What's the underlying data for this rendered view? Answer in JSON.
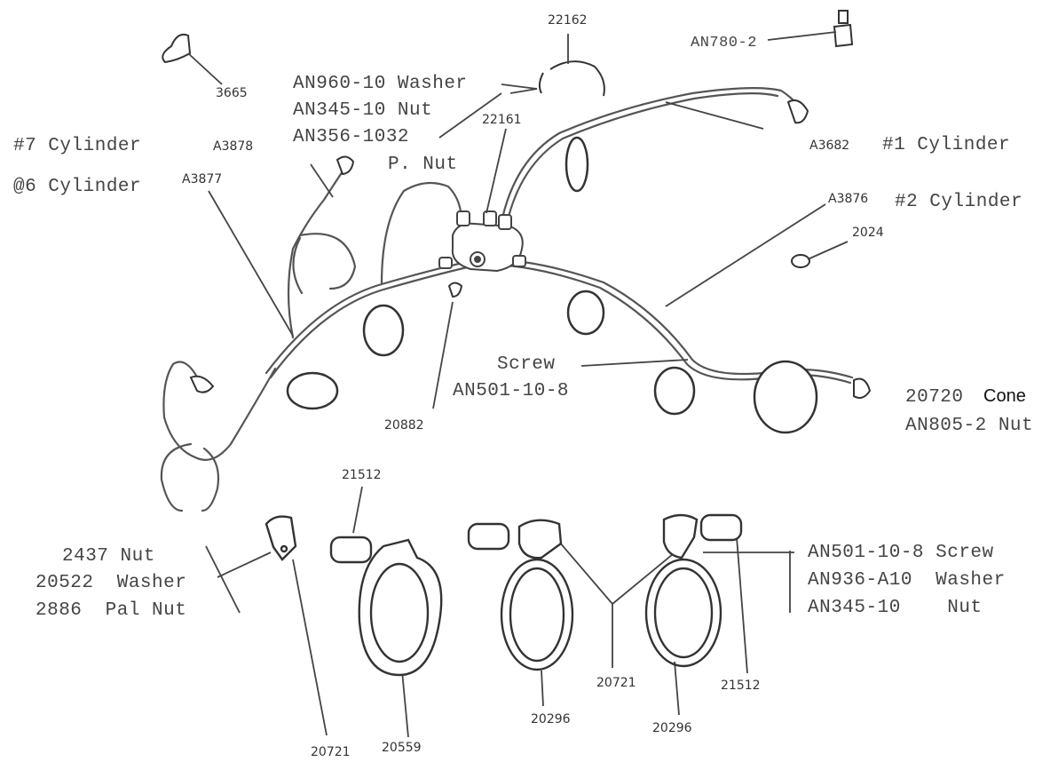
{
  "labels": {
    "an780_2": "AN780-2",
    "p22162": "22162",
    "p3665": "3665",
    "washer_line": "AN960-10 Washer",
    "nut_line": "AN345-10 Nut",
    "an356_line": "AN356-1032",
    "p22161": "22161",
    "pnut_line": "P. Nut",
    "cyl7": "#7 Cylinder",
    "cyl6": "@6 Cylinder",
    "a3878": "A3878",
    "a3877": "A3877",
    "a3682": "A3682",
    "cyl1": "#1 Cylinder",
    "a3876": "A3876",
    "cyl2": "#2 Cylinder",
    "p2024": "2024",
    "screw_word": "Screw",
    "screw_pn": "AN501-10-8",
    "p20882": "20882",
    "cone_pn": "20720",
    "cone_word": "Cone",
    "an805": "AN805-2 Nut",
    "p21512_left": "21512",
    "nut_2437": "2437 Nut",
    "washer_20522": "20522  Washer",
    "palnut_2886": "2886  Pal Nut",
    "an501_screw": "AN501-10-8 Screw",
    "an936_washer": "AN936-A10  Washer",
    "an345_nut": "AN345-10    Nut",
    "p20721_mid": "20721",
    "p21512_right": "21512",
    "p20296_a": "20296",
    "p20296_b": "20296",
    "p20721_low": "20721",
    "p20559": "20559"
  }
}
